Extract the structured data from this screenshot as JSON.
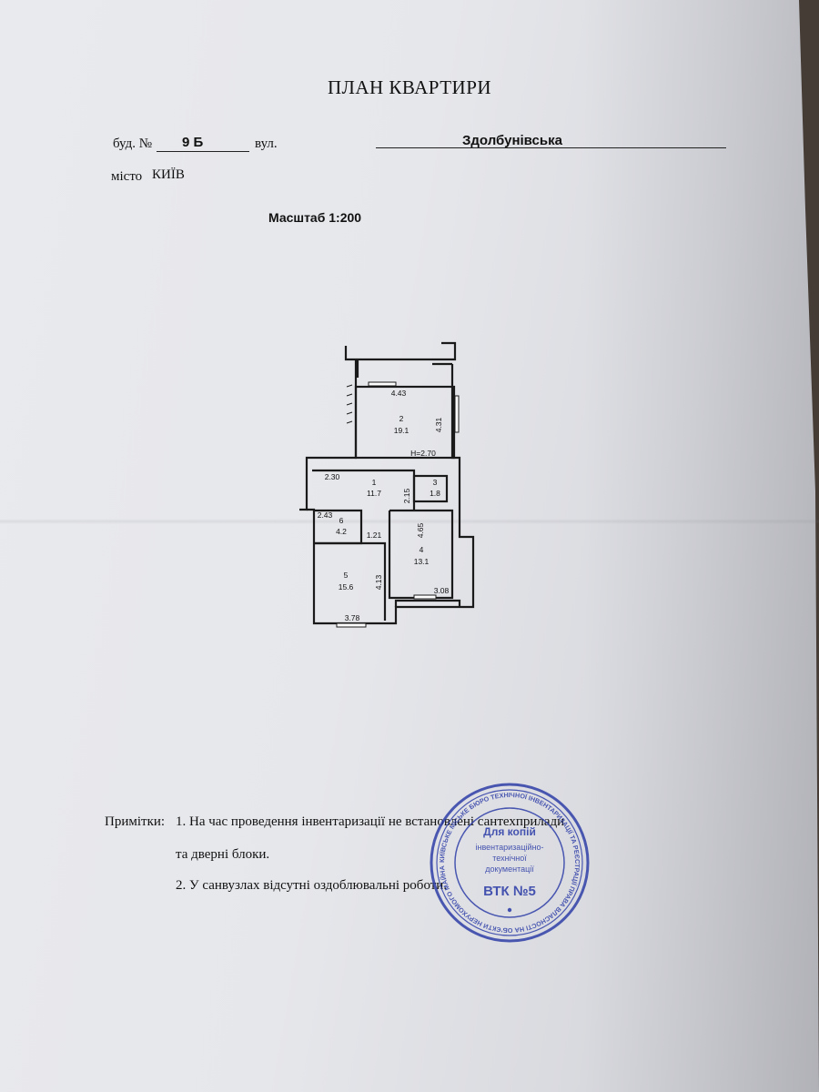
{
  "title": "ПЛАН КВАРТИРИ",
  "address": {
    "building_label": "буд. №",
    "building_value": "9 Б",
    "street_label": "вул.",
    "street_value": "Здолбунівська",
    "city_label": "місто",
    "city_value": "КИЇВ"
  },
  "scale": "Масштаб 1:200",
  "plan": {
    "dims": {
      "d443": "4.43",
      "d431": "4.31",
      "h270": "H=2.70",
      "d230": "2.30",
      "d215": "2.15",
      "d243": "2.43",
      "d121": "1.21",
      "d465": "4.65",
      "d413": "4.13",
      "d308": "3.08",
      "d378": "3.78"
    },
    "rooms": [
      {
        "num": "1",
        "area": "11.7"
      },
      {
        "num": "2",
        "area": "19.1"
      },
      {
        "num": "3",
        "area": "1.8"
      },
      {
        "num": "4",
        "area": "13.1"
      },
      {
        "num": "5",
        "area": "15.6"
      },
      {
        "num": "6",
        "area": "4.2"
      }
    ]
  },
  "notes": {
    "label": "Примітки:",
    "line1": "1. На час проведення інвентаризації не встановлені сантехприлади",
    "line2": "та дверні блоки.",
    "line3": "2. У санвузлах відсутні оздоблювальні роботи."
  },
  "stamp": {
    "ring_text": "КИЇВСЬКЕ МІСЬКЕ БЮРО ТЕХНІЧНОЇ ІНВЕНТАРИЗАЦІЇ ТА РЕЄСТРАЦІЇ ПРАВА ВЛАСНОСТІ НА ОБ'ЄКТИ НЕРУХОМОГО МАЙНА * УКРАЇНА * КОМУНАЛЬНЕ ПІДПРИЄМСТВО",
    "line1": "Для копій",
    "line2": "інвентаризаційно-",
    "line3": "технічної",
    "line4": "документації",
    "line5": "ВТК №5",
    "color": "#2f3fa8"
  }
}
